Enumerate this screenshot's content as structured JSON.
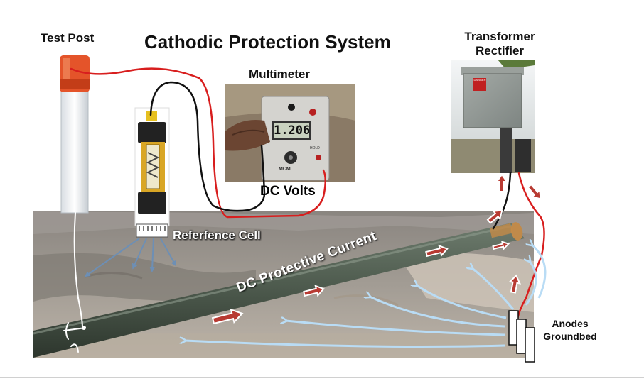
{
  "title": "Cathodic Protection System",
  "labels": {
    "test_post": "Test Post",
    "multimeter": "Multimeter",
    "transformer_line1": "Transformer",
    "transformer_line2": "Rectifier",
    "dc_volts": "DC Volts",
    "reference_cell": "Referfence Cell",
    "current": "DC Protective Current",
    "anodes_line1": "Anodes",
    "anodes_line2": "Groundbed"
  },
  "multimeter": {
    "reading": "1.206",
    "brand": "MCM",
    "mode": "HOLD"
  },
  "sign_text": "DANGER",
  "colors": {
    "red_wire": "#d81e1e",
    "black_wire": "#111111",
    "current_arrows": "#b9dcf5",
    "pipe": "#4f5c4f",
    "flow_arrow": "#b83a32"
  }
}
